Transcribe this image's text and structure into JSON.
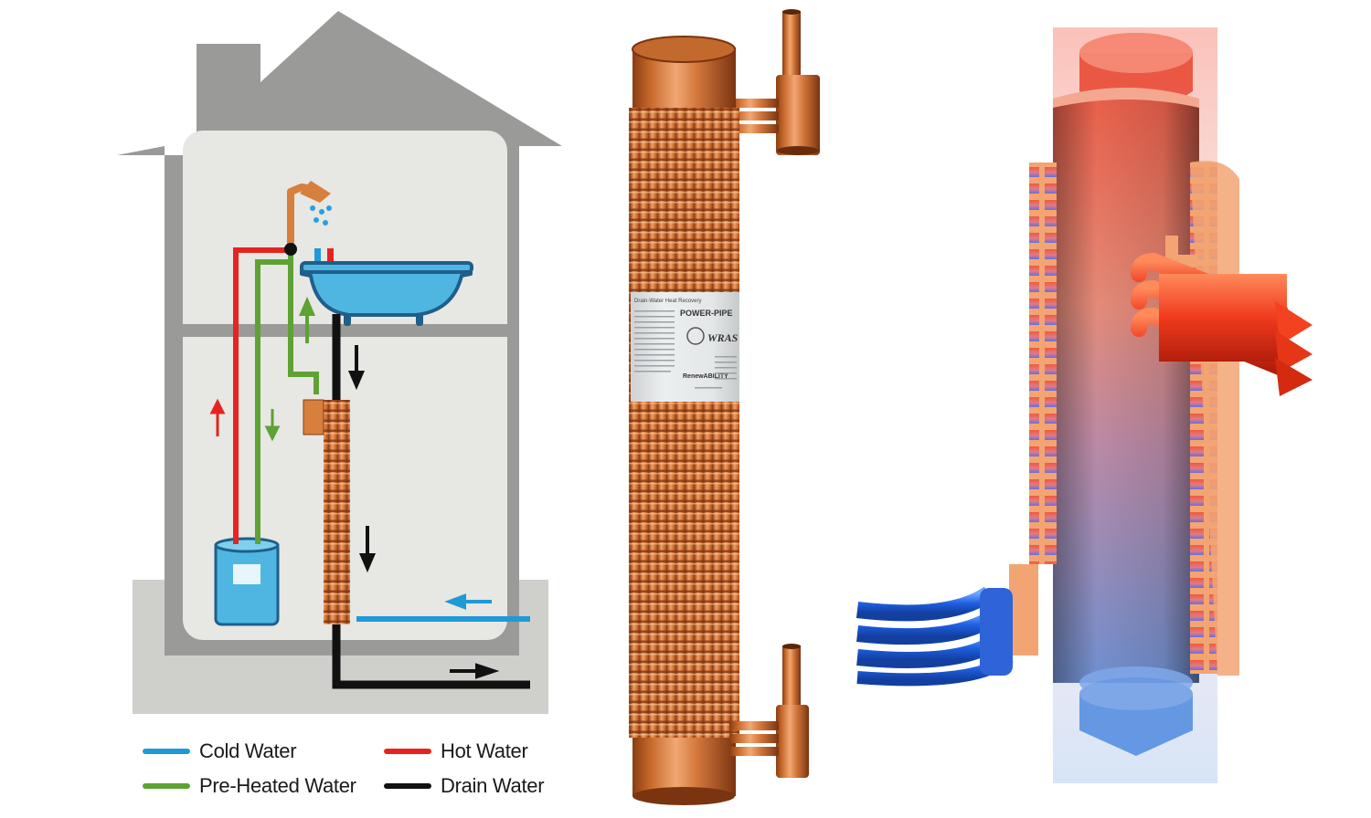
{
  "panels": [
    {
      "name": "house-diagram"
    },
    {
      "name": "copper-heat-exchanger-photo"
    },
    {
      "name": "heat-exchanger-cutaway"
    }
  ],
  "label": {
    "line1": "Drain-Water Heat Recovery",
    "brand": "POWER-PIPE",
    "wras": "WRAS",
    "maker": "RenewABILITY"
  },
  "legend": {
    "items": [
      {
        "label": "Cold Water",
        "color": "#1f9ad6"
      },
      {
        "label": "Hot Water",
        "color": "#e52421"
      },
      {
        "label": "Pre-Heated Water",
        "color": "#5ea234"
      },
      {
        "label": "Drain Water",
        "color": "#111111"
      }
    ]
  },
  "colors": {
    "house_outline": "#9a9a98",
    "house_fill": "#e7e7e4",
    "ground": "#cfcfcc",
    "copper": "#d77f3c",
    "hot_pipe": "#e52421",
    "preheated_pipe": "#5ea234",
    "cold_pipe": "#1f9ad6",
    "drain_pipe": "#111111",
    "tub": "#4fb6e2"
  },
  "icons": [
    "shower-head-icon",
    "bathtub-icon",
    "water-heater-tank-icon",
    "flow-arrow-icon"
  ]
}
